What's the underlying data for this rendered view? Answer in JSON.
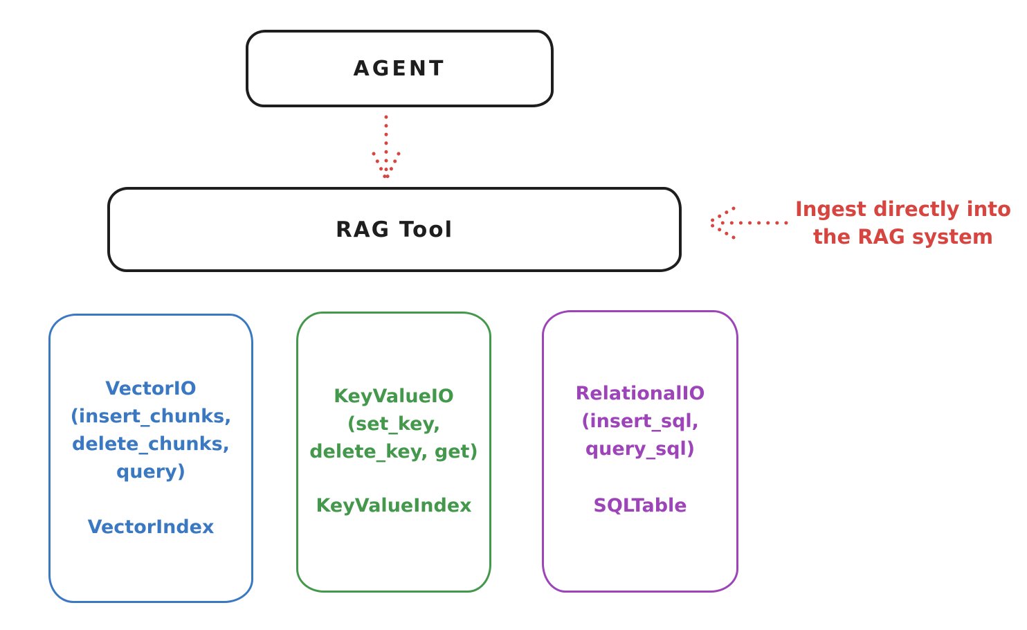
{
  "agent_box": {
    "label": "AGENT"
  },
  "rag_tool_box": {
    "label": "RAG Tool"
  },
  "annotation": {
    "line1": "Ingest directly into",
    "line2": "the RAG system"
  },
  "vector_box": {
    "title_lines": [
      "VectorIO",
      "(insert_chunks,",
      "delete_chunks,",
      "query)"
    ],
    "index_label": "VectorIndex",
    "color": "#3b78c2"
  },
  "keyvalue_box": {
    "title_lines": [
      "KeyValueIO",
      "(set_key,",
      "delete_key, get)"
    ],
    "index_label": "KeyValueIndex",
    "color": "#44984b"
  },
  "relational_box": {
    "title_lines": [
      "RelationalIO",
      "(insert_sql,",
      "query_sql)"
    ],
    "index_label": "SQLTable",
    "color": "#9c44b8"
  },
  "colors": {
    "ink": "#1e1e1e",
    "arrow_red": "#d64540",
    "background": "#ffffff"
  }
}
